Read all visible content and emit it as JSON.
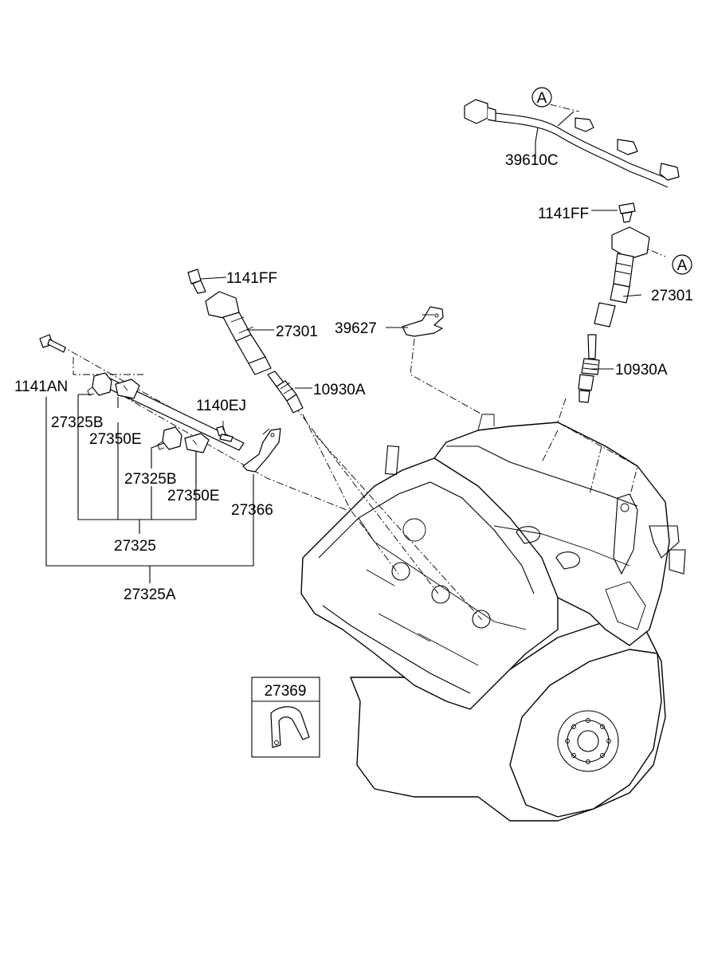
{
  "callouts": {
    "harness": "39610C",
    "connector_a_top": "A",
    "connector_a_right": "A",
    "bolt_right": "1141FF",
    "bolt_left": "1141FF",
    "coil_right": "27301",
    "coil_left": "27301",
    "bracket_mid": "39627",
    "plug_right": "10930A",
    "plug_left": "10930A",
    "bolt_rail": "1141AN",
    "bolt_small": "1140EJ",
    "sensor_1": "27325B",
    "clip_1": "27350E",
    "sensor_2": "27325B",
    "clip_2": "27350E",
    "bracket_rail": "27366",
    "assembly": "27325",
    "assembly_full": "27325A",
    "inset": "27369"
  }
}
